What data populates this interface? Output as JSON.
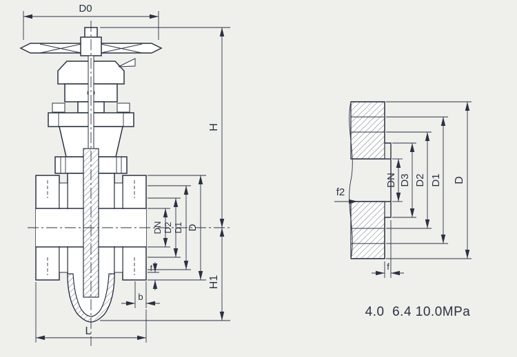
{
  "colors": {
    "ink": "#2a3142",
    "paper": "#efefec"
  },
  "valve_view": {
    "description": "gate valve sectional elevation",
    "dims": {
      "d0": "D0",
      "h": "H",
      "h1": "H1",
      "d": "D",
      "d1": "D1",
      "d2": "D2",
      "dn": "DN",
      "l": "L",
      "b": "b",
      "f": "f"
    }
  },
  "flange_view": {
    "description": "flange end detail section",
    "dims": {
      "dn": "DN",
      "d3": "D3",
      "d2": "D2",
      "d1": "D1",
      "d": "D",
      "f2": "f2",
      "f": "f"
    },
    "pressure_note": "4.0  6.4 10.0MPa"
  }
}
